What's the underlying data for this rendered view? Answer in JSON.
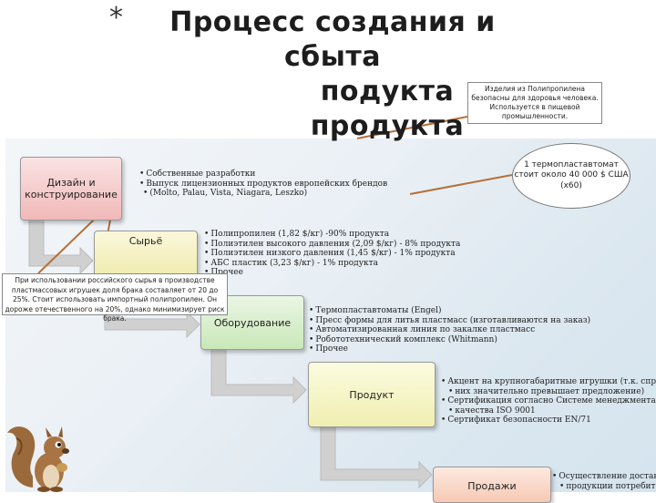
{
  "title": {
    "star": "*",
    "line1": "Процесс создания и сбыта",
    "line2": "подукта продукта"
  },
  "boxes": {
    "design": "Дизайн и конструирование",
    "raw": "Сырьё",
    "equipment": "Оборудование",
    "product": "Продукт",
    "sales": "Продажи"
  },
  "bullets": {
    "design": [
      "Собственные разработки",
      "Выпуск лицензионных продуктов европейских брендов",
      "(Molto, Palau, Vista, Niagara, Leszko)"
    ],
    "raw": [
      "Полипропилен (1,82 $/кг) -90% продукта",
      "Полиэтилен высокого давления (2,09 $/кг) - 8% продукта",
      "Полиэтилен низкого давления (1,45 $/кг) - 1% продукта",
      "АБС пластик (3,23 $/кг) - 1% продукта",
      "Прочее"
    ],
    "equipment": [
      "Термопластавтоматы (Engel)",
      "Пресс формы для литья пластмасс (изготавливаются на заказ)",
      "Автоматизированная линия по закалке пластмасс",
      "Робототехнический комплекс (Whitmann)",
      "Прочее"
    ],
    "product": [
      "Акцент на крупногабаритные игрушки (т.к. спрос на",
      "них значительно превышает предложение)",
      "Сертификация согласно Системе менеджмента",
      "качества ISO 9001",
      "Сертификат безопасности EN/71"
    ],
    "sales": [
      "Осуществление доставки",
      "продукции потребителю"
    ]
  },
  "callouts": {
    "polypropylene": "Изделия из Полипропилена безопасны для здоровья человека. Используется в пищевой промышленности.",
    "machine": "1 термопластавтомат стоит около 40 000 $ США (х60)",
    "russian_raw": "При использовании российского сырья в производстве пластмассовых игрушек доля брака составляет от 20 до 25%. Стоит использовать импортный полипропилен. Он дороже отечественного на 20%, однако минимизирует риск брака."
  }
}
